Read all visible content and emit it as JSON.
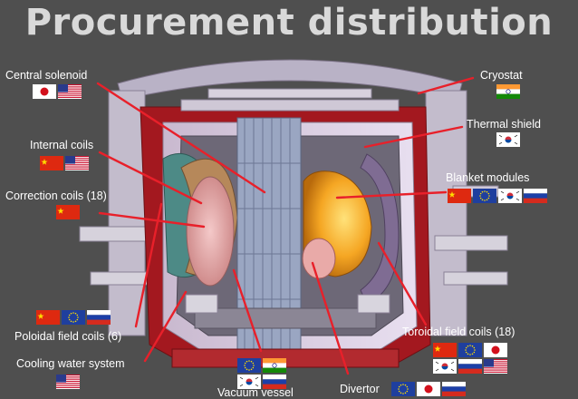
{
  "title": "Procurement distribution",
  "components": [
    {
      "id": "central-solenoid",
      "label": "Central solenoid",
      "flags": [
        "japan",
        "usa"
      ]
    },
    {
      "id": "internal-coils",
      "label": "Internal coils",
      "flags": [
        "china",
        "usa"
      ]
    },
    {
      "id": "correction-coils",
      "label": "Correction coils (18)",
      "flags": [
        "china"
      ]
    },
    {
      "id": "poloidal-field-coils",
      "label": "Poloidal field coils (6)",
      "flags": [
        "china",
        "eu",
        "russia"
      ]
    },
    {
      "id": "cooling-water-system",
      "label": "Cooling water system",
      "flags": [
        "usa"
      ]
    },
    {
      "id": "vacuum-vessel",
      "label": "Vacuum vessel",
      "flags": [
        "eu",
        "india",
        "korea",
        "russia"
      ]
    },
    {
      "id": "divertor",
      "label": "Divertor",
      "flags": [
        "eu",
        "japan",
        "russia"
      ]
    },
    {
      "id": "toroidal-field-coils",
      "label": "Toroidal field coils (18)",
      "flags": [
        "china",
        "eu",
        "japan",
        "korea",
        "russia",
        "usa"
      ]
    },
    {
      "id": "blanket-modules",
      "label": "Blanket modules",
      "flags": [
        "china",
        "eu",
        "korea",
        "russia"
      ]
    },
    {
      "id": "thermal-shield",
      "label": "Thermal shield",
      "flags": [
        "korea"
      ]
    },
    {
      "id": "cryostat",
      "label": "Cryostat",
      "flags": [
        "india"
      ]
    }
  ],
  "colors": {
    "background": "#4f4f4f",
    "title": "#d9d9d9",
    "label": "#ffffff",
    "pointer": "#e8202a"
  }
}
